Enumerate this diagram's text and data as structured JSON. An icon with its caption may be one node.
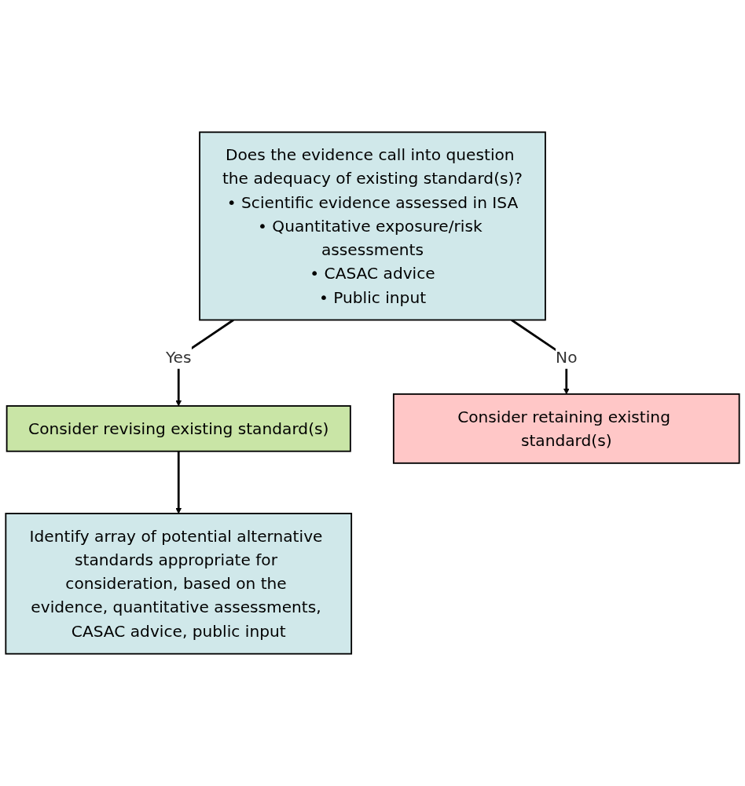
{
  "diagram": {
    "nodes": [
      {
        "text": [
          "Does the evidence call into question the adequacy of existing standard(s)?",
          "• Scientific evidence assessed in ISA",
          "• Quantitative exposure/risk assessments",
          "• CASAC advice",
          "• Public input"
        ]
      },
      {
        "text": [
          "Consider revising existing standard(s)"
        ]
      },
      {
        "text": [
          "Consider retaining existing standard(s)"
        ]
      },
      {
        "text": [
          "Identify array of potential alternative standards appropriate for consideration, based on the evidence, quantitative assessments, CASAC advice, public input"
        ]
      }
    ],
    "edges": [
      {
        "from": 0,
        "to": 1,
        "arrow": "to",
        "label": "Yes"
      },
      {
        "from": 0,
        "to": 2,
        "arrow": "to",
        "label": "No"
      },
      {
        "from": 1,
        "to": 3,
        "arrow": "to"
      }
    ]
  }
}
